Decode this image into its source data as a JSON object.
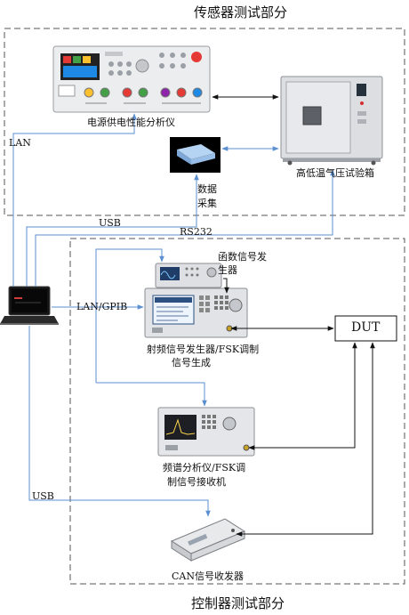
{
  "titles": {
    "top": "传感器测试部分",
    "bottom": "控制器测试部分"
  },
  "devices": {
    "power_analyzer": "电源供电性能分析仪",
    "climate_chamber": "高低温气压试验箱",
    "daq_line1": "数据",
    "daq_line2": "采集",
    "func_gen_line1": "函数信号发",
    "func_gen_line2": "生器",
    "rf_gen_line1": "射频信号发生器/FSK调制",
    "rf_gen_line2": "信号生成",
    "dut": "DUT",
    "spectrum_line1": "频谱分析仪/FSK调",
    "spectrum_line2": "制信号接收机",
    "can": "CAN信号收发器"
  },
  "links": {
    "lan": "LAN",
    "usb_top": "USB",
    "rs232": "RS232",
    "lan_gpib": "LAN/GPIB",
    "usb_bottom": "USB"
  },
  "colors": {
    "blue_line": "#5b8fd0",
    "black_line": "#111111",
    "dashed_border": "#555555"
  }
}
